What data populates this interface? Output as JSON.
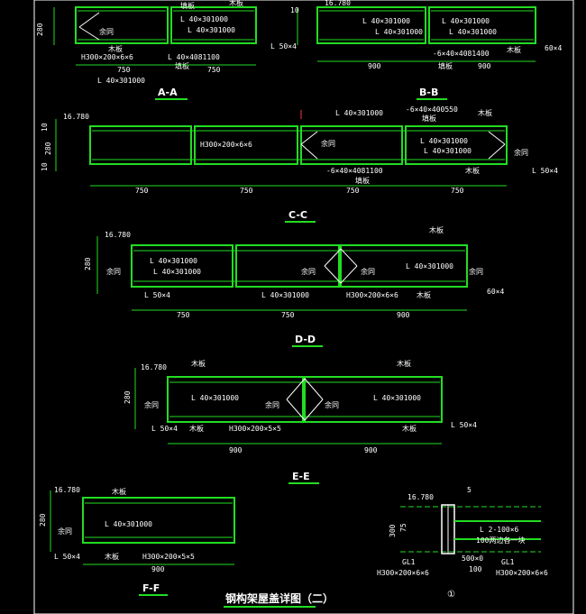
{
  "colors": {
    "green": "#22dd22",
    "magenta": "#cc33cc",
    "white": "#ffffff",
    "red": "#ff3333",
    "yellow": "#eeee33",
    "cyan": "#33dddd",
    "bg": "#000000"
  },
  "labels": {
    "elev": "16.780",
    "d10": "10",
    "d280": "280",
    "d300": "300",
    "d75": "75",
    "angle": "L 40×301000",
    "angle2": "L 40×4081100",
    "angle_top": "L 40×301000",
    "plate": "-6×40×400550",
    "plate2": "-6×40×4081400",
    "plate3": "-6×40×4081100",
    "hbeam": "H300×200×6×6",
    "hbeam5": "H300×200×5×5",
    "board": "木板",
    "board2": "填板",
    "yujian": "余同",
    "l50": "L 50×4",
    "l60": "60×4",
    "d750": "750",
    "d900": "900",
    "d500": "500×0",
    "d100": "100",
    "gl1": "GL1",
    "gl1b": "H300×200×6×6",
    "l2": "L 2-100×6",
    "note": "100两边各一块",
    "num5": "5",
    "circle": "①"
  },
  "sections": {
    "aa": "A-A",
    "bb": "B-B",
    "cc": "C-C",
    "dd": "D-D",
    "ee": "E-E",
    "ff": "F-F"
  },
  "main_title": "钢构架屋盖详图（二）"
}
